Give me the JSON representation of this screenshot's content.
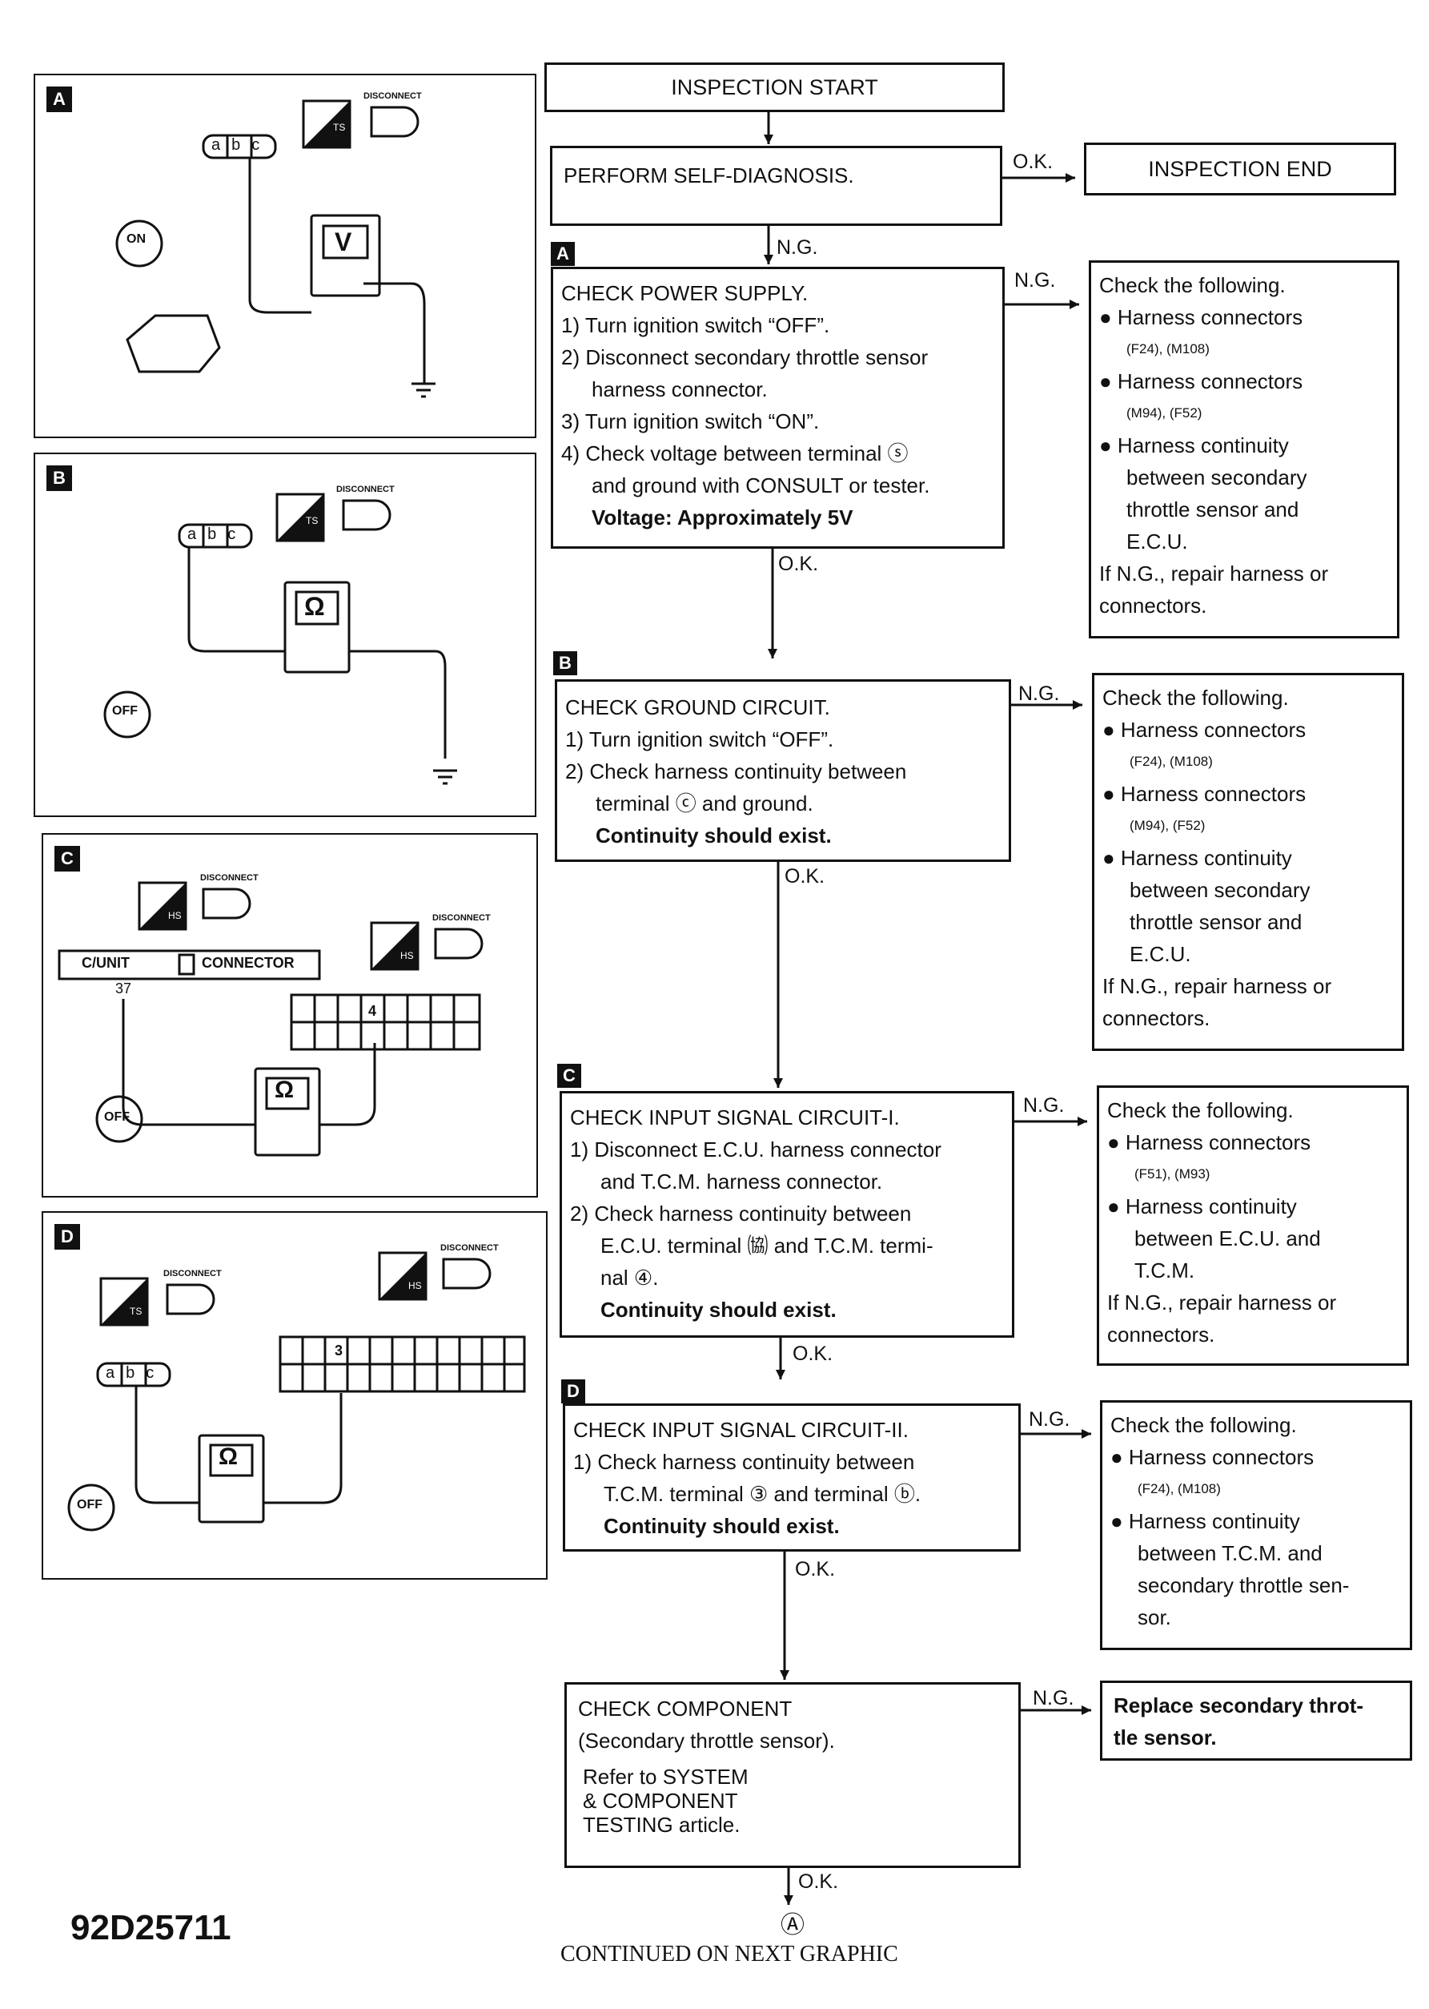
{
  "boxes": {
    "start": "INSPECTION START",
    "self_diag": "PERFORM SELF-DIAGNOSIS.",
    "end": "INSPECTION END",
    "power": [
      "CHECK POWER SUPPLY.",
      "1) Turn ignition switch “OFF”.",
      "2) Disconnect secondary throttle sensor",
      "harness connector.",
      "3) Turn ignition switch “ON”.",
      "4) Check voltage between terminal ⓢ",
      "and ground with CONSULT or tester.",
      "Voltage: Approximately 5V"
    ],
    "ground": [
      "CHECK GROUND CIRCUIT.",
      "1) Turn ignition switch “OFF”.",
      "2) Check harness continuity between",
      "terminal ⓒ and ground.",
      "Continuity should exist."
    ],
    "input1": [
      "CHECK INPUT SIGNAL CIRCUIT-I.",
      "1) Disconnect E.C.U. harness connector",
      "and T.C.M. harness connector.",
      "2) Check harness continuity between",
      "E.C.U. terminal ㈿ and T.C.M. termi-",
      "nal ④.",
      "Continuity should exist."
    ],
    "input2": [
      "CHECK INPUT SIGNAL CIRCUIT-II.",
      "1) Check harness continuity between",
      "T.C.M. terminal ③ and terminal ⓑ.",
      "Continuity should exist."
    ],
    "component": [
      "CHECK COMPONENT",
      "(Secondary throttle sensor).",
      "Refer to SYSTEM",
      "& COMPONENT",
      "TESTING article."
    ],
    "ng_power": [
      "Check the following.",
      "● Harness connectors",
      "(F24), (M108)",
      "● Harness connectors",
      "(M94), (F52)",
      "● Harness continuity",
      "between secondary",
      "throttle sensor and",
      "E.C.U.",
      "If N.G., repair harness or",
      "connectors."
    ],
    "ng_ground": [
      "Check the following.",
      "● Harness connectors",
      "(F24), (M108)",
      "● Harness connectors",
      "(M94), (F52)",
      "● Harness continuity",
      "between secondary",
      "throttle sensor and",
      "E.C.U.",
      "If N.G., repair harness or",
      "connectors."
    ],
    "ng_input1": [
      "Check the following.",
      "● Harness connectors",
      "(F51), (M93)",
      "● Harness continuity",
      "between E.C.U. and",
      "T.C.M.",
      "If N.G., repair harness or",
      "connectors."
    ],
    "ng_input2": [
      "Check the following.",
      "● Harness connectors",
      "(F24), (M108)",
      "● Harness continuity",
      "between T.C.M. and",
      "secondary throttle sen-",
      "sor."
    ],
    "ng_component": [
      "Replace secondary throt-",
      "tle sensor."
    ]
  },
  "labels": {
    "ok": "O.K.",
    "ng": "N.G.",
    "cont_marker": "Ⓐ"
  },
  "steps": [
    "A",
    "B",
    "C",
    "D"
  ],
  "panels": {
    "disconnect": "DISCONNECT",
    "ts": "TS",
    "hs": "HS",
    "abc": [
      "a",
      "b",
      "c"
    ],
    "on": "ON",
    "off": "OFF",
    "volt": "V",
    "ohm": "Ω",
    "cunit": "C/UNIT",
    "connector": "CONNECTOR",
    "pin37": "37",
    "pin4": "4",
    "pin3": "3"
  },
  "footer": {
    "code": "92D25711",
    "continued": "CONTINUED ON NEXT GRAPHIC"
  }
}
